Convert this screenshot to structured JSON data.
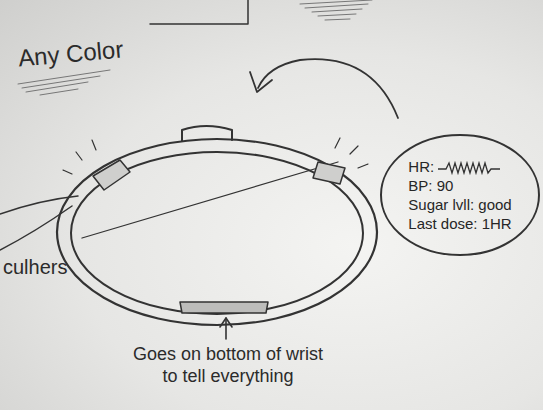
{
  "diagram": {
    "nodes": [
      {
        "text": [
          "HR:",
          "BP: 90",
          "Sugar lvll: good",
          "Last dose: 1HR"
        ]
      }
    ],
    "labels": [
      "Any Color",
      "culhers",
      "Goes on bottom of wrist to tell everything"
    ]
  }
}
